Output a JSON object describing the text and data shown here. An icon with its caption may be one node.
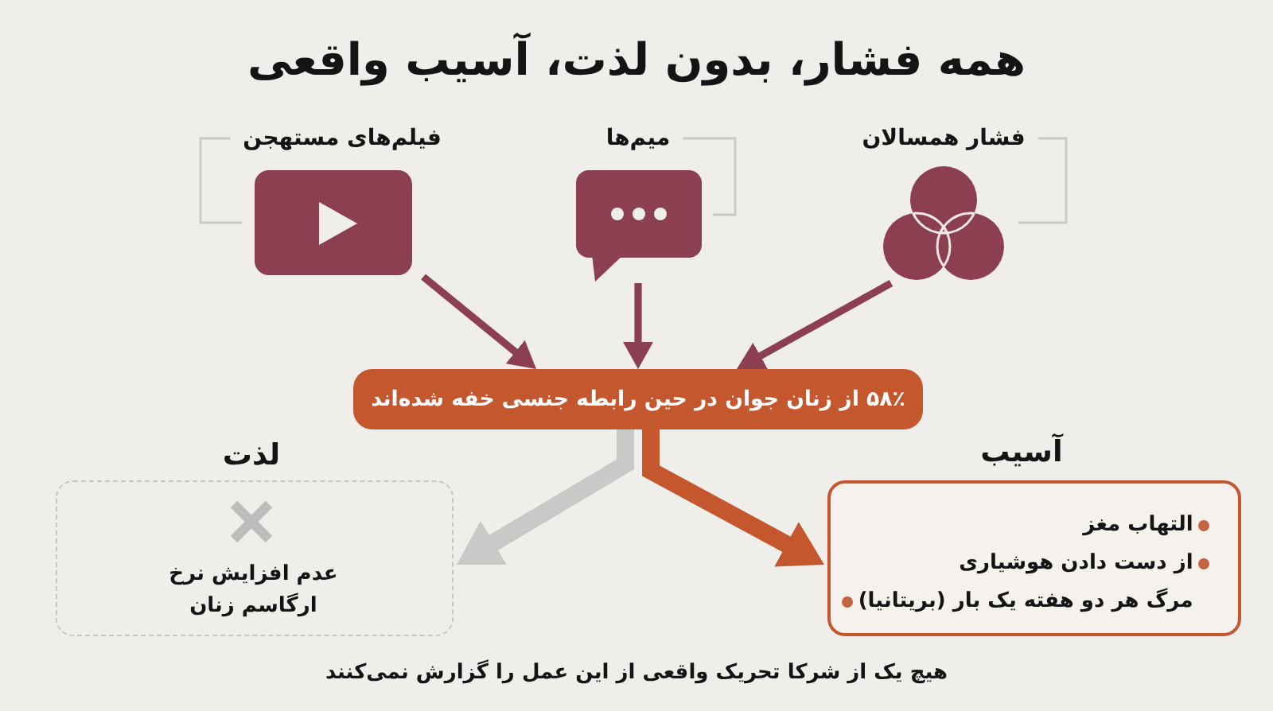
{
  "diagram": {
    "title": "همه فشار، بدون لذت، آسیب واقعی",
    "nodes": [
      {
        "text": [
          "فشار همسالان"
        ]
      },
      {
        "text": [
          "میم‌ها"
        ]
      },
      {
        "text": [
          "فیلم‌های مستهجن"
        ]
      },
      {
        "text": [
          "۵۸٪ از زنان جوان در حین رابطه جنسی خفه شده‌اند"
        ]
      },
      {
        "text": [
          "آسیب",
          "التهاب مغز",
          "از دست دادن هوشیاری",
          "مرگ هر دو هفته یک بار (بریتانیا)"
        ]
      },
      {
        "text": [
          "لذت",
          "عدم افزایش نرخ ارگاسم زنان"
        ]
      }
    ],
    "edges": [
      {
        "from": 0,
        "to": 3,
        "arrow": "to"
      },
      {
        "from": 1,
        "to": 3,
        "arrow": "to"
      },
      {
        "from": 2,
        "to": 3,
        "arrow": "to"
      },
      {
        "from": 3,
        "to": 4,
        "arrow": "to",
        "style": "thick",
        "color": "#c4572e"
      },
      {
        "from": 3,
        "to": 5,
        "arrow": "to",
        "style": "thick",
        "color": "#c9c9c7"
      }
    ],
    "labels": [
      "هیچ یک از شرکا تحریک واقعی از این عمل را گزارش نمی‌کنند"
    ]
  }
}
